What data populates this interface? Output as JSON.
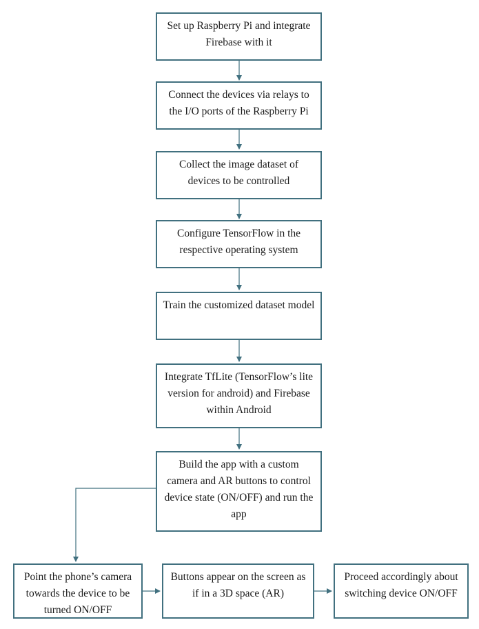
{
  "flowchart": {
    "steps": [
      "Set up Raspberry Pi and integrate Firebase with it",
      "Connect the devices via relays to the I/O ports of the Raspberry Pi",
      "Collect the image dataset of devices to be controlled",
      "Configure TensorFlow in the respective operating system",
      "Train the customized dataset model",
      "Integrate TfLite (TensorFlow’s lite version for android) and Firebase within Android",
      "Build the app with a custom camera and AR buttons to control device state (ON/OFF) and run the app"
    ],
    "bottom_steps": [
      "Point the phone’s camera towards the device to be turned ON/OFF",
      "Buttons appear on the screen as if in a 3D space (AR)",
      "Proceed accordingly about switching device ON/OFF"
    ],
    "colors": {
      "border": "#41707f",
      "arrow": "#41707f"
    }
  }
}
